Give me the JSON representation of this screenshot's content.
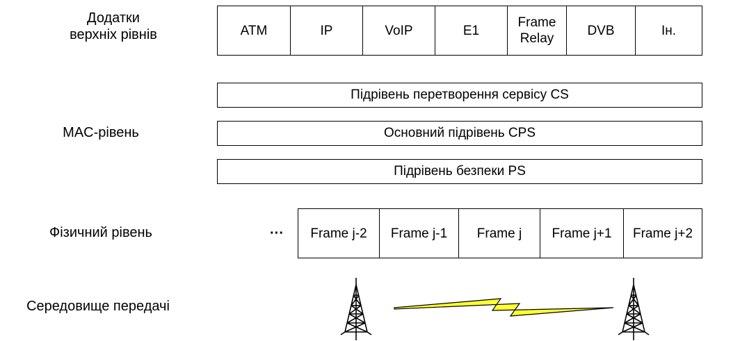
{
  "layers": {
    "upper": {
      "label_line1": "Додатки",
      "label_line2": "верхніх рівнів"
    },
    "mac": {
      "label": "MAC-рівень"
    },
    "physical": {
      "label": "Фізичний рівень"
    },
    "medium": {
      "label": "Середовище передачі"
    }
  },
  "apps": [
    "ATM",
    "IP",
    "VoIP",
    "E1",
    "Frame\nRelay",
    "DVB",
    "Ін."
  ],
  "mac_sublayers": {
    "cs": "Підрівень перетворення сервісу CS",
    "cps": "Основний підрівень CPS",
    "ps": "Підрівень безпеки PS"
  },
  "frames": {
    "ellipsis": "···",
    "items": [
      "Frame j-2",
      "Frame j-1",
      "Frame j",
      "Frame j+1",
      "Frame j+2"
    ]
  },
  "colors": {
    "lightning": "#ffff33",
    "stroke": "#000000"
  },
  "icons": {
    "tower": "radio-tower-icon",
    "link": "lightning-icon"
  }
}
